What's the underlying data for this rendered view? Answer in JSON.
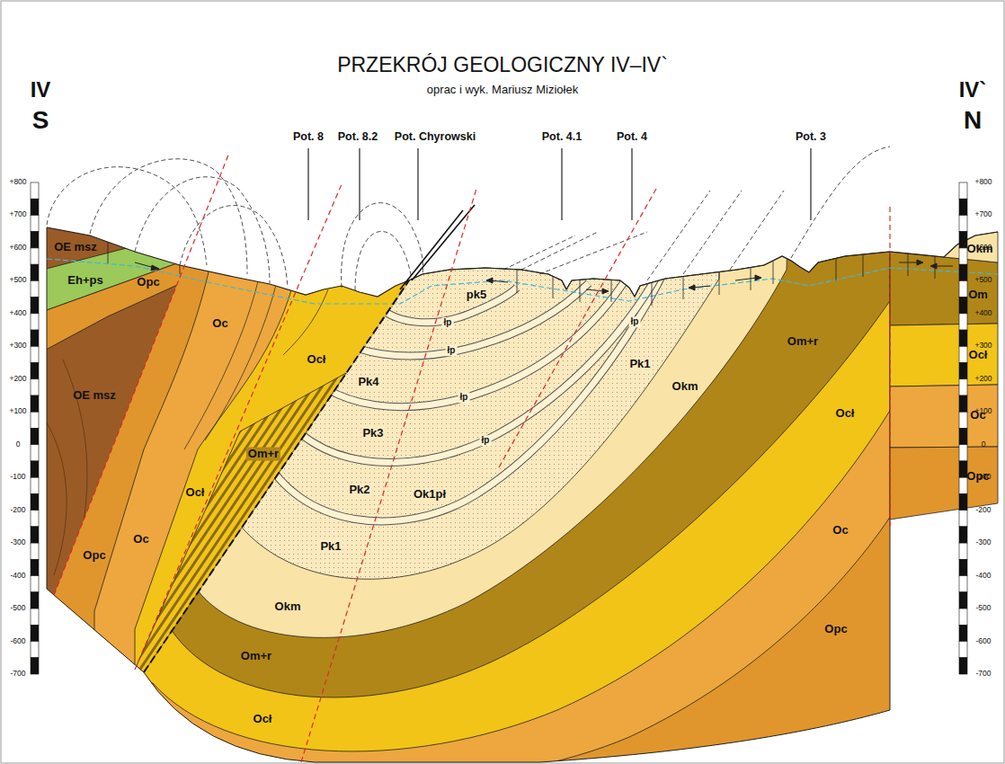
{
  "diagram": {
    "title": "PRZEKRÓJ GEOLOGICZNY IV–IV`",
    "labels": [
      "oprac i wyk. Mariusz Miziołek",
      "IV",
      "S",
      "IV`",
      "N",
      "Pot. 8",
      "Pot. 8.2",
      "Pot. Chyrowski",
      "Pot. 4.1",
      "Pot. 4",
      "Pot. 3",
      "+800",
      "+700",
      "+600",
      "+500",
      "+400",
      "+300",
      "+200",
      "+100",
      "0",
      "-100",
      "-200",
      "-300",
      "-400",
      "-500",
      "-600",
      "-700",
      "+800",
      "+700",
      "+600",
      "+500",
      "+400",
      "+300",
      "+200",
      "+100",
      "0",
      "-100",
      "-200",
      "-300",
      "-400",
      "-500",
      "-600",
      "-700",
      "OE msz",
      "Eh+ps",
      "Opc",
      "OE msz",
      "Oc",
      "Ocł",
      "pk5",
      "łp",
      "Pk4",
      "łp",
      "Pk3",
      "łp",
      "łp",
      "Pk2",
      "Ok1pł",
      "Pk1",
      "Okm",
      "Ocł",
      "Om+r",
      "Oc",
      "Opc",
      "Om+r",
      "Ocł",
      "łp",
      "Pk1",
      "Okm",
      "Om+r",
      "Ocł",
      "Oc",
      "Opc",
      "Okm",
      "Om",
      "Ocł",
      "Oc",
      "Opc"
    ]
  }
}
